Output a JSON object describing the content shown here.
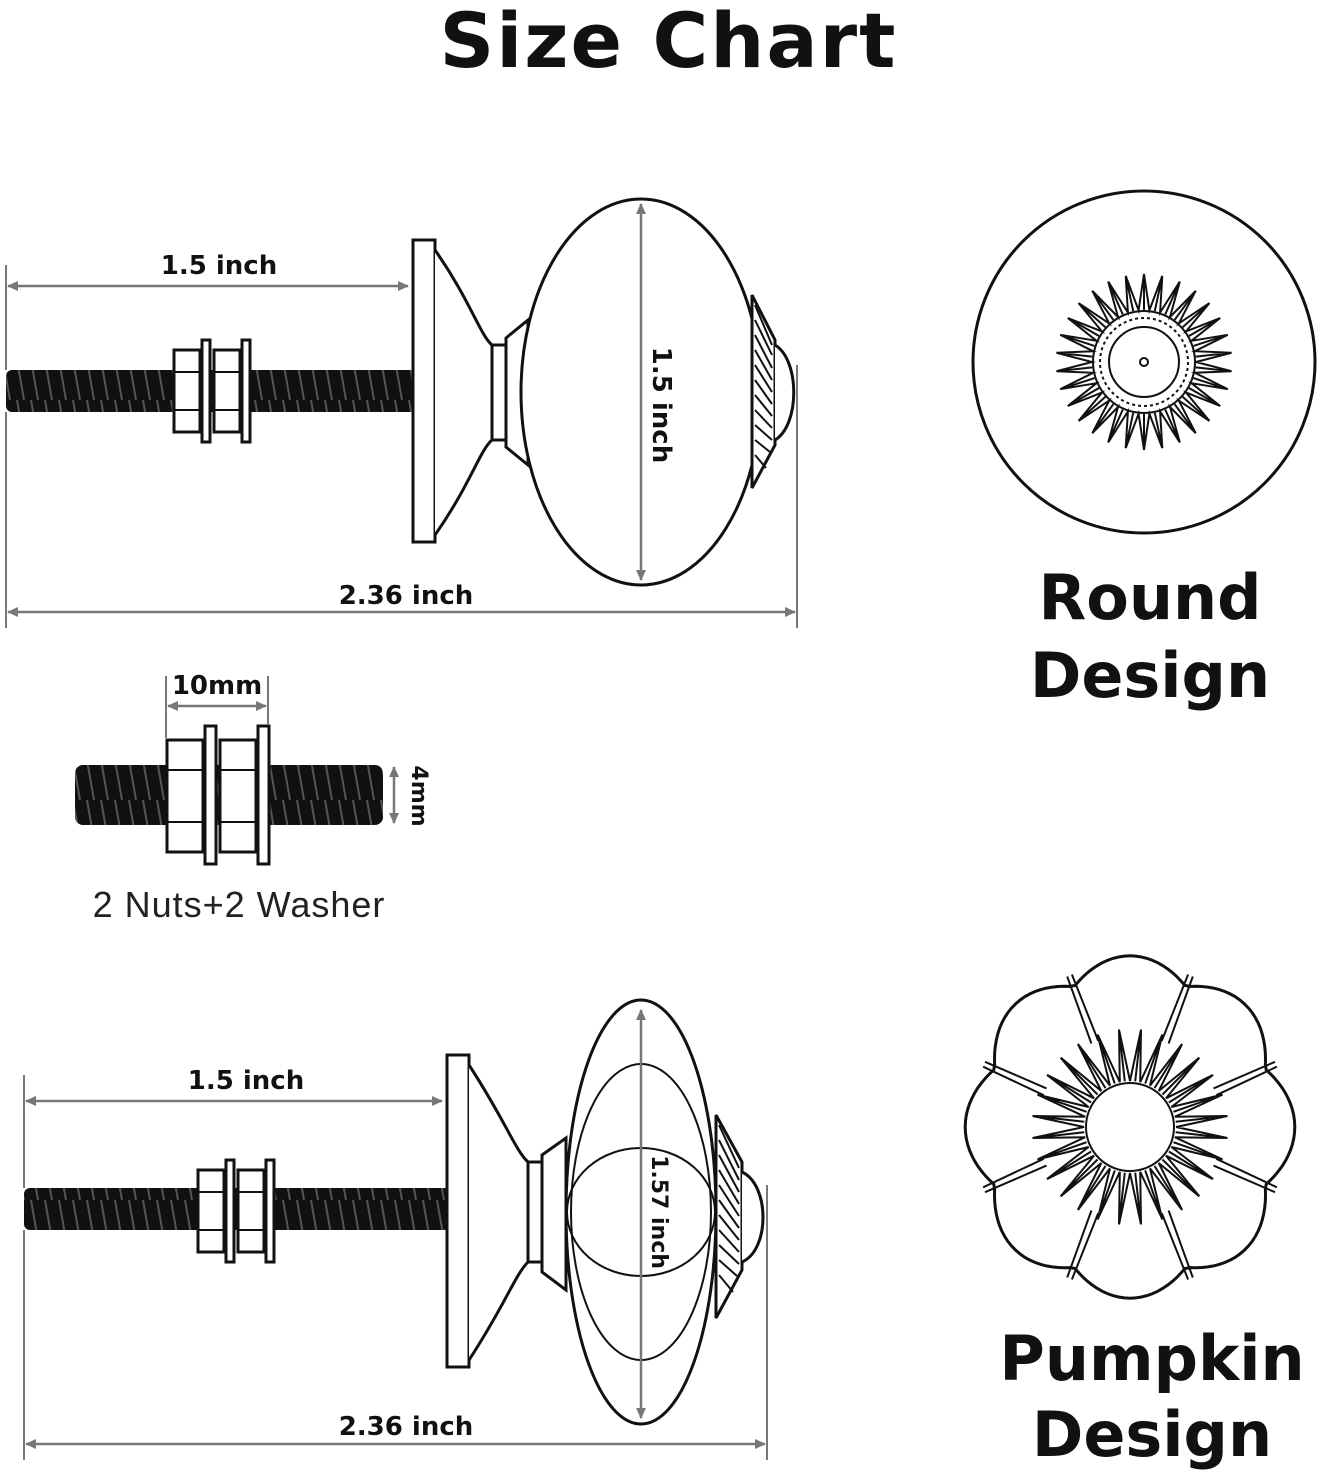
{
  "title": "Size Chart",
  "top_knob": {
    "bolt_length": "1.5 inch",
    "knob_diameter": "1.5 inch",
    "total_length": "2.36 inch"
  },
  "hardware": {
    "nut_width": "10mm",
    "thread_diameter": "4mm",
    "caption": "2 Nuts+2 Washer"
  },
  "bottom_knob": {
    "bolt_length": "1.5 inch",
    "knob_diameter": "1.57 inch",
    "total_length": "2.36 inch"
  },
  "designs": {
    "round": {
      "line1": "Round",
      "line2": "Design"
    },
    "pumpkin": {
      "line1": "Pumpkin",
      "line2": "Design"
    }
  }
}
